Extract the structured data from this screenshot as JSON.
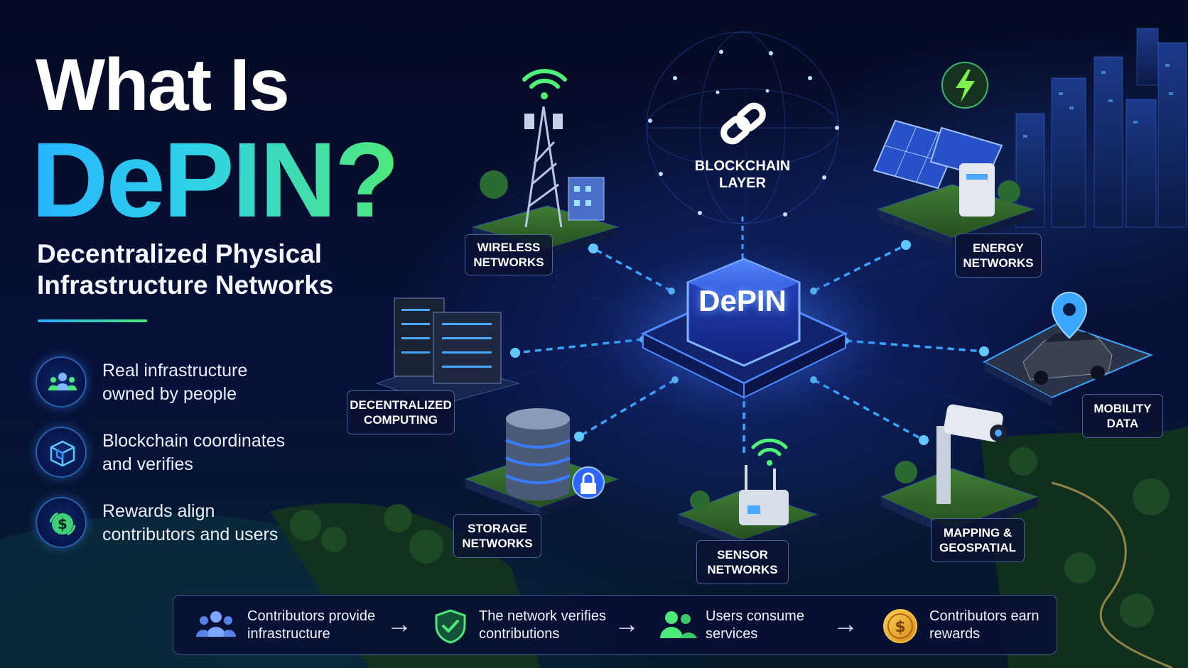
{
  "title": {
    "line1": "What Is",
    "line2": "DePIN?"
  },
  "subtitle": {
    "line1": "Decentralized Physical",
    "line2": "Infrastructure Networks"
  },
  "features": [
    {
      "icon": "people-icon",
      "line1": "Real infrastructure",
      "line2": "owned by people"
    },
    {
      "icon": "cube-icon",
      "line1": "Blockchain coordinates",
      "line2": "and verifies"
    },
    {
      "icon": "dollar-coin-icon",
      "line1": "Rewards align",
      "line2": "contributors and users"
    }
  ],
  "hub": {
    "label": "DePIN"
  },
  "blockchain_layer": {
    "icon": "chain-link-icon",
    "line1": "BLOCKCHAIN",
    "line2": "LAYER"
  },
  "nodes": {
    "wireless": {
      "line1": "WIRELESS",
      "line2": "NETWORKS"
    },
    "computing": {
      "line1": "DECENTRALIZED",
      "line2": "COMPUTING"
    },
    "storage": {
      "line1": "STORAGE",
      "line2": "NETWORKS"
    },
    "sensor": {
      "line1": "SENSOR",
      "line2": "NETWORKS"
    },
    "mapping": {
      "line1": "MAPPING &",
      "line2": "GEOSPATIAL"
    },
    "mobility": {
      "line1": "MOBILITY",
      "line2": "DATA"
    },
    "energy": {
      "line1": "ENERGY",
      "line2": "NETWORKS"
    }
  },
  "flow": [
    {
      "icon": "people-icon",
      "line1": "Contributors provide",
      "line2": "infrastructure"
    },
    {
      "icon": "shield-check-icon",
      "line1": "The network verifies",
      "line2": "contributions"
    },
    {
      "icon": "users-icon",
      "line1": "Users consume",
      "line2": "services"
    },
    {
      "icon": "gold-coin-icon",
      "line1": "Contributors earn",
      "line2": "rewards"
    }
  ],
  "flow_arrow": "→",
  "colors": {
    "background": "#050b24",
    "accent_blue": "#27b4ff",
    "accent_green": "#4ee87a",
    "connector": "#3aa6ff",
    "label_border": "#7896dc"
  }
}
